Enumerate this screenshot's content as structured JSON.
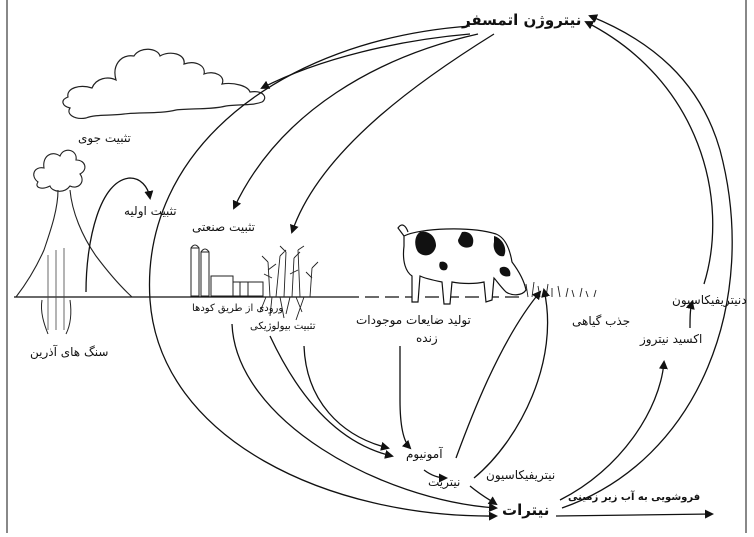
{
  "labels": {
    "atmospheric_nitrogen": "نیتروژن اتمسفر",
    "atmospheric_fixation": "تثبیت جوی",
    "primary_fixation": "تثبیت اولیه",
    "igneous_rocks": "سنگ های آذرین",
    "industrial_fixation": "تثبیت صنعتی",
    "fertilizer_input": "ورودی از طریق کودها",
    "biological_fixation": "تثبیت بیولوژیکی",
    "waste_production": "تولید ضایعات موجودات",
    "waste_production_line2": "زنده",
    "plant_uptake": "جذب گیاهی",
    "denitrification": "دنیتریفیکاسیون",
    "nitrous_oxide": "اکسید نیتروز",
    "ammonium": "آمونیوم",
    "nitrite": "نیتریت",
    "nitrification": "نیتریفیکاسیون",
    "nitrates": "نیترات",
    "leaching": "فروشویی به آب زیر زمینی"
  }
}
